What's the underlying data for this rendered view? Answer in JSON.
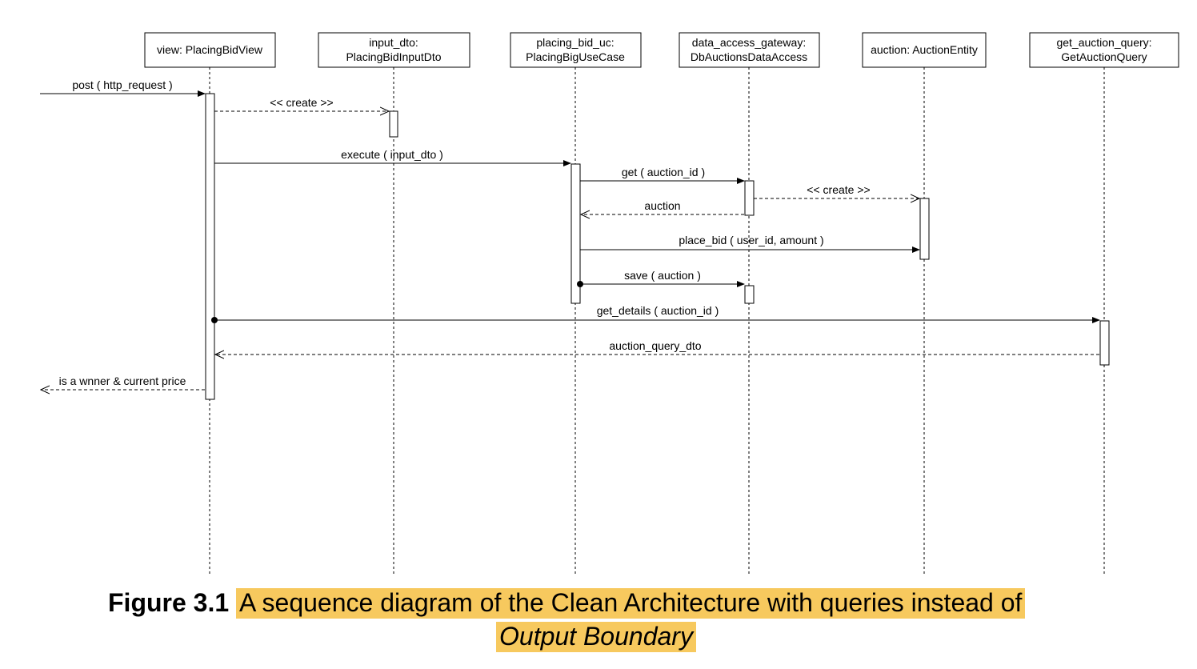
{
  "participants": [
    {
      "name": "view: PlacingBidView"
    },
    {
      "name": "input_dto:",
      "type": "PlacingBidInputDto"
    },
    {
      "name": "placing_bid_uc:",
      "type": "PlacingBigUseCase"
    },
    {
      "name": "data_access_gateway:",
      "type": "DbAuctionsDataAccess"
    },
    {
      "name": "auction: AuctionEntity"
    },
    {
      "name": "get_auction_query:",
      "type": "GetAuctionQuery"
    }
  ],
  "messages": [
    {
      "from": "external",
      "to": "view: PlacingBidView",
      "label": "post ( http_request )",
      "style": "sync"
    },
    {
      "from": "view: PlacingBidView",
      "to": "input_dto",
      "label": "<< create >>",
      "style": "create"
    },
    {
      "from": "view: PlacingBidView",
      "to": "placing_bid_uc",
      "label": "execute ( input_dto )",
      "style": "sync"
    },
    {
      "from": "placing_bid_uc",
      "to": "data_access_gateway",
      "label": "get ( auction_id )",
      "style": "sync"
    },
    {
      "from": "data_access_gateway",
      "to": "auction: AuctionEntity",
      "label": "<< create >>",
      "style": "create"
    },
    {
      "from": "data_access_gateway",
      "to": "placing_bid_uc",
      "label": "auction",
      "style": "return"
    },
    {
      "from": "placing_bid_uc",
      "to": "auction: AuctionEntity",
      "label": "place_bid ( user_id, amount )",
      "style": "sync"
    },
    {
      "from": "placing_bid_uc",
      "to": "data_access_gateway",
      "label": "save ( auction )",
      "style": "async"
    },
    {
      "from": "view: PlacingBidView",
      "to": "get_auction_query",
      "label": "get_details ( auction_id )",
      "style": "async"
    },
    {
      "from": "get_auction_query",
      "to": "view: PlacingBidView",
      "label": "auction_query_dto",
      "style": "return"
    },
    {
      "from": "view: PlacingBidView",
      "to": "external",
      "label": "is a wnner & current price",
      "style": "return"
    }
  ],
  "caption": {
    "figure_label": "Figure 3.1",
    "text_line1": "A sequence diagram of the Clean Architecture with queries instead of",
    "text_line2": "Output Boundary",
    "highlight_color": "#f7c95e"
  }
}
